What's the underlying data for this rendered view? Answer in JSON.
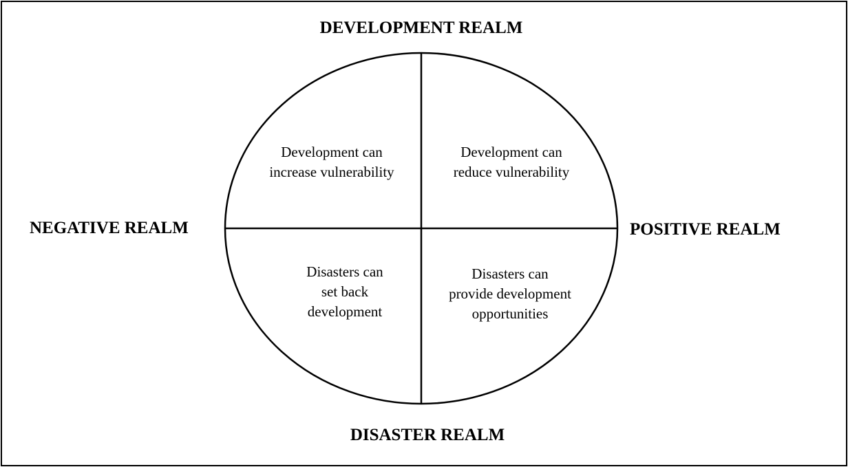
{
  "realms": {
    "top": "DEVELOPMENT REALM",
    "bottom": "DISASTER REALM",
    "left": "NEGATIVE REALM",
    "right": "POSITIVE REALM"
  },
  "quadrants": {
    "top_left": [
      "Development can",
      "increase vulnerability"
    ],
    "top_right": [
      "Development can",
      "reduce vulnerability"
    ],
    "bottom_left": [
      "Disasters can",
      "set back",
      "development"
    ],
    "bottom_right": [
      "Disasters can",
      "provide development",
      "opportunities"
    ]
  },
  "colors": {
    "stroke": "#000000",
    "background": "#ffffff"
  }
}
